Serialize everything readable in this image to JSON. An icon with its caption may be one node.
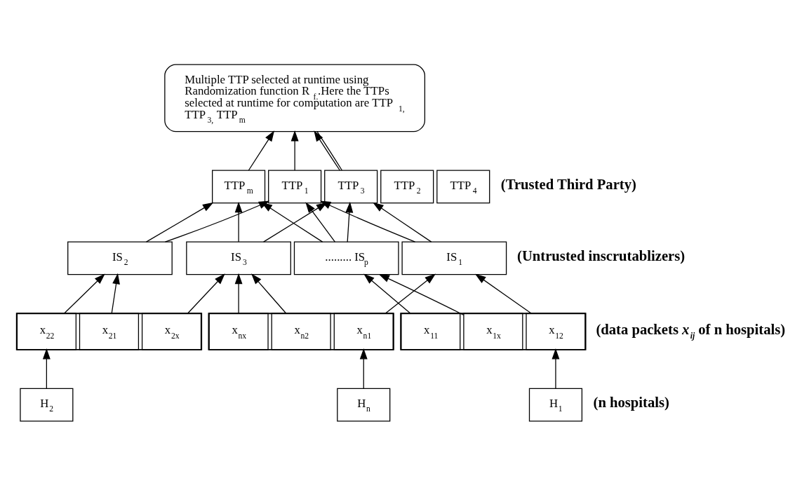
{
  "diagram": {
    "nodes": [
      {
        "text": [
          "Multiple TTP selected at runtime using Randomization function R$_{f.}$.Here the TTPs selected at runtime for computation are TTP$_{1,}$ TTP$_{3,}$ TTP$_{m}$"
        ]
      },
      {
        "text": [
          "TTP$_{1}$"
        ]
      },
      {
        "text": [
          "TTP$_{2}$"
        ]
      },
      {
        "text": [
          "TTP$_{3}$"
        ]
      },
      {
        "text": [
          "TTP$_{4}$"
        ]
      },
      {
        "text": [
          "TTP$_{m}$"
        ]
      },
      {
        "text": [
          "IS$_{1}$"
        ]
      },
      {
        "text": [
          "IS$_{2}$"
        ]
      },
      {
        "text": [
          "IS$_{3}$"
        ]
      },
      {
        "text": [
          "......... IS$_{p}$"
        ]
      },
      {
        "text": [],
        "shape": "box"
      },
      {
        "text": [
          "x$_{11}$"
        ],
        "in": 10
      },
      {
        "text": [
          "x$_{12}$"
        ],
        "in": 10
      },
      {
        "text": [
          "x$_{1x}$"
        ],
        "in": 10
      },
      {
        "text": [],
        "shape": "box"
      },
      {
        "text": [
          "x$_{21}$"
        ],
        "in": 14
      },
      {
        "text": [
          "x$_{22}$"
        ],
        "in": 14
      },
      {
        "text": [
          "x$_{2x}$"
        ],
        "in": 14
      },
      {
        "text": [],
        "shape": "box"
      },
      {
        "text": [
          "x$_{n1}$"
        ],
        "in": 18
      },
      {
        "text": [
          "x$_{n2}$"
        ],
        "in": 18
      },
      {
        "text": [
          "x$_{nx}$"
        ],
        "in": 18
      },
      {
        "text": [
          "H$_{1}$"
        ]
      },
      {
        "text": [
          "H$_{2}$"
        ]
      },
      {
        "text": [
          "H$_{n}$"
        ]
      }
    ],
    "edges": [
      {
        "from": 1,
        "to": 0,
        "arrow": "to"
      },
      {
        "from": 3,
        "to": 0,
        "arrow": "to"
      },
      {
        "from": 5,
        "to": 0,
        "arrow": "to"
      },
      {
        "from": 0,
        "to": 3,
        "arrow": "none"
      },
      {
        "from": 6,
        "to": 1,
        "arrow": "to"
      },
      {
        "from": 6,
        "to": 3,
        "arrow": "to"
      },
      {
        "from": 7,
        "to": 1,
        "arrow": "to"
      },
      {
        "from": 7,
        "to": 5,
        "arrow": "to"
      },
      {
        "from": 8,
        "to": 3,
        "arrow": "to"
      },
      {
        "from": 8,
        "to": 5,
        "arrow": "to"
      },
      {
        "from": 9,
        "to": 1,
        "arrow": "to"
      },
      {
        "from": 9,
        "to": 3,
        "arrow": "to"
      },
      {
        "from": 9,
        "to": 5,
        "arrow": "to"
      },
      {
        "from": 12,
        "to": 6,
        "arrow": "to"
      },
      {
        "from": 19,
        "to": 6,
        "arrow": "to"
      },
      {
        "from": 16,
        "to": 7,
        "arrow": "to"
      },
      {
        "from": 15,
        "to": 7,
        "arrow": "to"
      },
      {
        "from": 17,
        "to": 8,
        "arrow": "to"
      },
      {
        "from": 20,
        "to": 8,
        "arrow": "to"
      },
      {
        "from": 21,
        "to": 8,
        "arrow": "to"
      },
      {
        "from": 11,
        "to": 9,
        "arrow": "to"
      },
      {
        "from": 13,
        "to": 9,
        "arrow": "to"
      },
      {
        "from": 22,
        "to": 12,
        "arrow": "to"
      },
      {
        "from": 23,
        "to": 16,
        "arrow": "to"
      },
      {
        "from": 24,
        "to": 19,
        "arrow": "to"
      }
    ],
    "labels": [
      "(Trusted Third Party)",
      "(Untrusted inscrutablizers)",
      "(data packets *x$_{ij}$* of n hospitals)",
      "(n hospitals)"
    ]
  }
}
